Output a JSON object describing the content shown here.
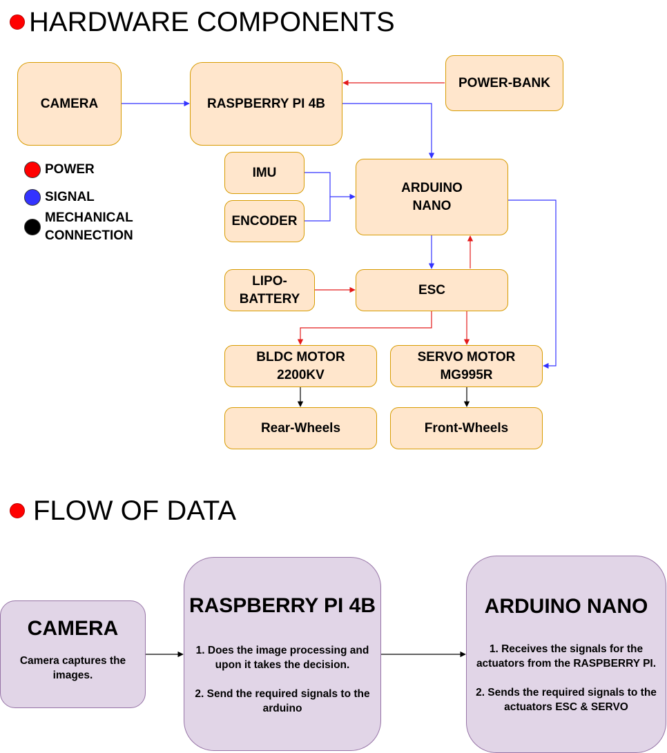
{
  "hardware": {
    "heading": "HARDWARE COMPONENTS",
    "boxes": {
      "camera": "CAMERA",
      "raspberry": "RASPBERRY PI 4B",
      "powerbank": "POWER-BANK",
      "imu": "IMU",
      "encoder": "ENCODER",
      "arduino": "ARDUINO\nNANO",
      "lipo": "LIPO-\nBATTERY",
      "esc": "ESC",
      "bldc": "BLDC MOTOR\n2200KV",
      "servo": "SERVO MOTOR\nMG995R",
      "rear": "Rear-Wheels",
      "front": "Front-Wheels"
    },
    "legend": {
      "power": {
        "label": "POWER",
        "color": "#ff0000"
      },
      "signal": {
        "label": "SIGNAL",
        "color": "#3333ff"
      },
      "mechanical": {
        "label": "MECHANICAL\nCONNECTION",
        "color": "#000000"
      }
    }
  },
  "flow": {
    "heading": "FLOW OF DATA",
    "camera": {
      "title": "CAMERA",
      "desc": "Camera captures the\nimages."
    },
    "raspberry": {
      "title": "RASPBERRY PI 4B",
      "desc": "1. Does the image processing and\nupon it takes the decision.\n\n2. Send the required signals to the\narduino"
    },
    "arduino": {
      "title": "ARDUINO NANO",
      "desc": "1. Receives the signals for the\nactuators from the RASPBERRY PI.\n\n2. Sends the required signals to the\nactuators ESC & SERVO"
    }
  }
}
